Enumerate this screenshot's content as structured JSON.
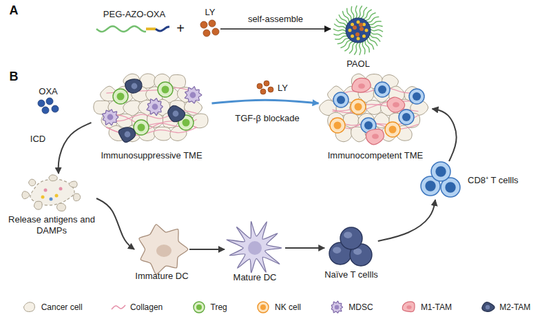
{
  "diagram": {
    "nodes": [
      {
        "text": [
          "PEG-AZO-OXA"
        ]
      },
      {
        "text": [
          "LY"
        ]
      },
      {
        "text": [
          "PAOL"
        ]
      },
      {
        "text": [
          "Immunosuppressive TME"
        ]
      },
      {
        "text": [
          "LY"
        ]
      },
      {
        "text": [
          "Immunocompetent TME"
        ]
      },
      {
        "text": [
          "OXA"
        ]
      },
      {
        "text": [
          "Release antigens and DAMPs"
        ]
      },
      {
        "text": [
          "Immature DC"
        ]
      },
      {
        "text": [
          "Mature DC"
        ]
      },
      {
        "text": [
          "Naïve T cellls"
        ]
      },
      {
        "text": [
          "CD8⁺ T cellls"
        ]
      }
    ],
    "edges": [
      {
        "from": 1,
        "to": 2,
        "arrow": "to",
        "label": "self-assemble"
      },
      {
        "from": 3,
        "to": 5,
        "arrow": "to",
        "label": "TGF-β blockade"
      },
      {
        "from": 3,
        "to": 7,
        "arrow": "to",
        "label": "ICD"
      },
      {
        "from": 7,
        "to": 8,
        "arrow": "to"
      },
      {
        "from": 8,
        "to": 9,
        "arrow": "to"
      },
      {
        "from": 9,
        "to": 10,
        "arrow": "to"
      },
      {
        "from": 10,
        "to": 11,
        "arrow": "to"
      },
      {
        "from": 11,
        "to": 5,
        "arrow": "to"
      }
    ],
    "labels": [
      "A",
      "B",
      "+"
    ],
    "legend": [
      {
        "text": "Cancer cell"
      },
      {
        "text": "Collagen"
      },
      {
        "text": "Treg"
      },
      {
        "text": "NK cell"
      },
      {
        "text": "MDSC"
      },
      {
        "text": "M1-TAM"
      },
      {
        "text": "M2-TAM"
      }
    ]
  }
}
